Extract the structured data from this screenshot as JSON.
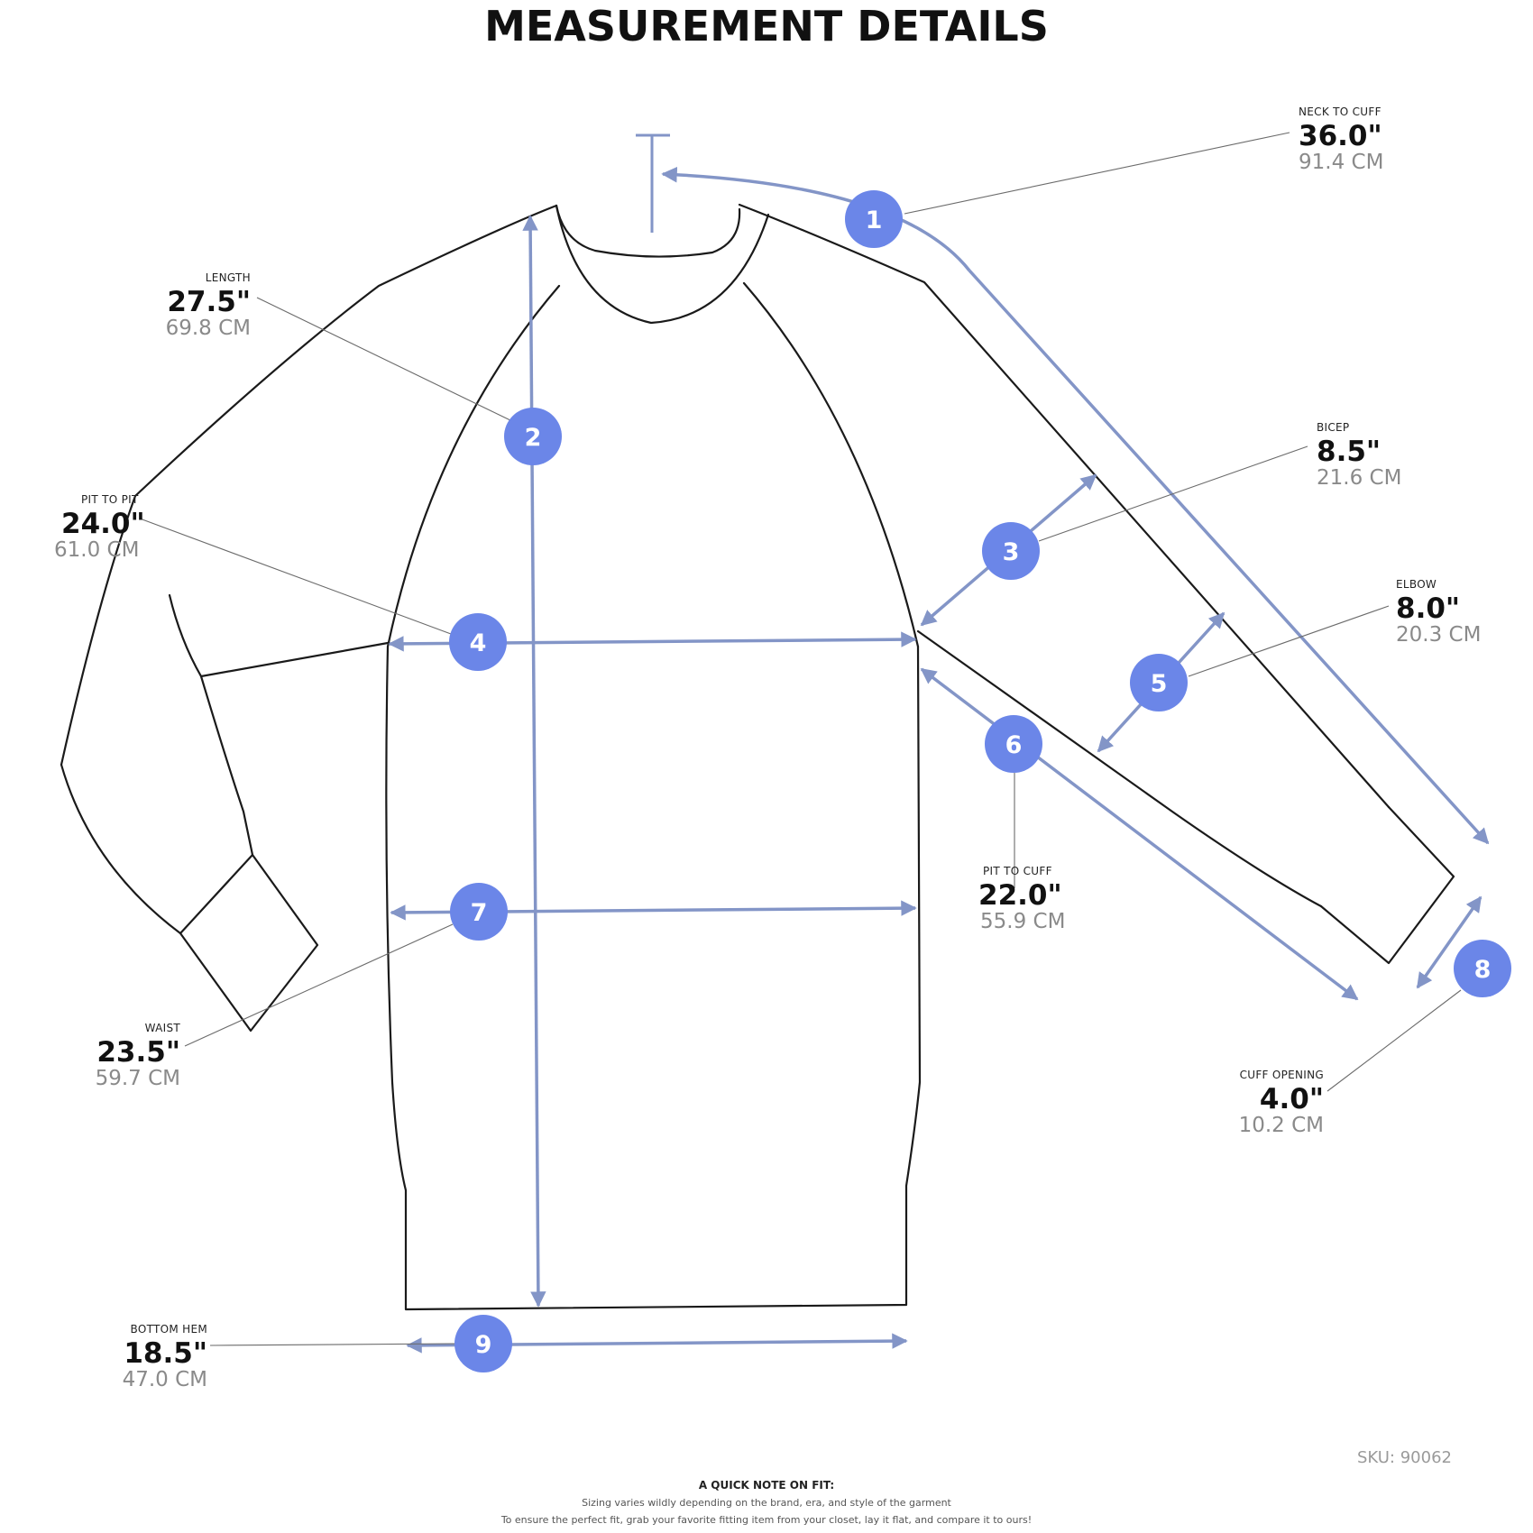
{
  "title": "MEASUREMENT DETAILS",
  "measurements": [
    {
      "number": "1",
      "label": "NECK TO CUFF",
      "inches": "36.0\"",
      "cm": "91.4 CM"
    },
    {
      "number": "2",
      "label": "LENGTH",
      "inches": "27.5\"",
      "cm": "69.8 CM"
    },
    {
      "number": "3",
      "label": "BICEP",
      "inches": "8.5\"",
      "cm": "21.6 CM"
    },
    {
      "number": "4",
      "label": "PIT TO PIT",
      "inches": "24.0\"",
      "cm": "61.0 CM"
    },
    {
      "number": "5",
      "label": "ELBOW",
      "inches": "8.0\"",
      "cm": "20.3 CM"
    },
    {
      "number": "6",
      "label": "PIT TO CUFF",
      "inches": "22.0\"",
      "cm": "55.9 CM"
    },
    {
      "number": "7",
      "label": "WAIST",
      "inches": "23.5\"",
      "cm": "59.7 CM"
    },
    {
      "number": "8",
      "label": "CUFF OPENING",
      "inches": "4.0\"",
      "cm": "10.2 CM"
    },
    {
      "number": "9",
      "label": "BOTTOM HEM",
      "inches": "18.5\"",
      "cm": "47.0 CM"
    }
  ],
  "sku": "SKU: 90062",
  "note": {
    "title": "A QUICK NOTE ON FIT:",
    "line1": "Sizing varies wildly depending on the brand, era, and style of the garment",
    "line2": "To ensure the perfect fit, grab your favorite fitting item from your closet, lay it flat, and compare it to ours!"
  },
  "colors": {
    "badge": "#6b86e8",
    "arrow": "#8395c7",
    "outline": "#1a1a1a"
  }
}
